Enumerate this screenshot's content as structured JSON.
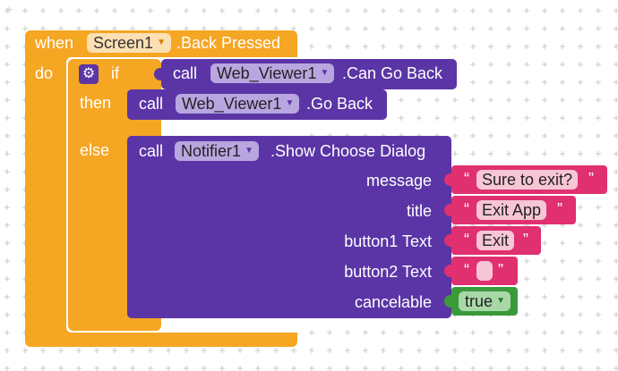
{
  "event": {
    "when_label": "when",
    "component": "Screen1",
    "event_name": ".Back Pressed",
    "do_label": "do"
  },
  "if_block": {
    "if_label": "if",
    "then_label": "then",
    "else_label": "else"
  },
  "condition": {
    "call_label": "call",
    "component": "Web_Viewer1",
    "method": ".Can Go Back"
  },
  "then_call": {
    "call_label": "call",
    "component": "Web_Viewer1",
    "method": ".Go Back"
  },
  "else_call": {
    "call_label": "call",
    "component": "Notifier1",
    "method": ".Show Choose Dialog",
    "params": [
      {
        "label": "message",
        "value": "Sure to exit?"
      },
      {
        "label": "title",
        "value": "Exit App"
      },
      {
        "label": "button1 Text",
        "value": "Exit"
      },
      {
        "label": "button2 Text",
        "value": ""
      },
      {
        "label": "cancelable",
        "value": "true"
      }
    ]
  },
  "colors": {
    "event": "#f5a623",
    "component": "#5b35a6",
    "text": "#e0306f",
    "logic": "#3a9a3a"
  },
  "icons": {
    "gear": "gear-icon",
    "dropdown": "dropdown-arrow-icon"
  }
}
